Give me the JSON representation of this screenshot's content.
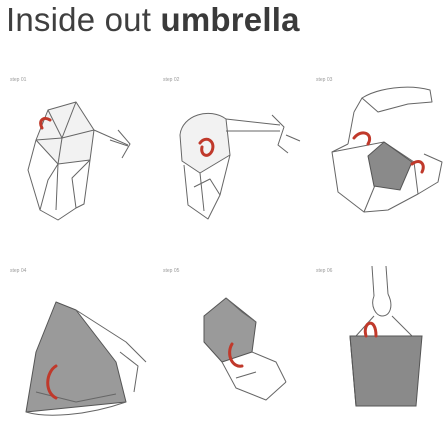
{
  "title": {
    "light": "Inside out",
    "bold": "umbrella"
  },
  "steps": [
    {
      "label": "step 01"
    },
    {
      "label": "step 02"
    },
    {
      "label": "step 03"
    },
    {
      "label": "step 04"
    },
    {
      "label": "step 05"
    },
    {
      "label": "step 06"
    }
  ],
  "colors": {
    "line": "#555555",
    "canopy_fill": "#8a8a8a",
    "handle_accent": "#c0392b"
  }
}
